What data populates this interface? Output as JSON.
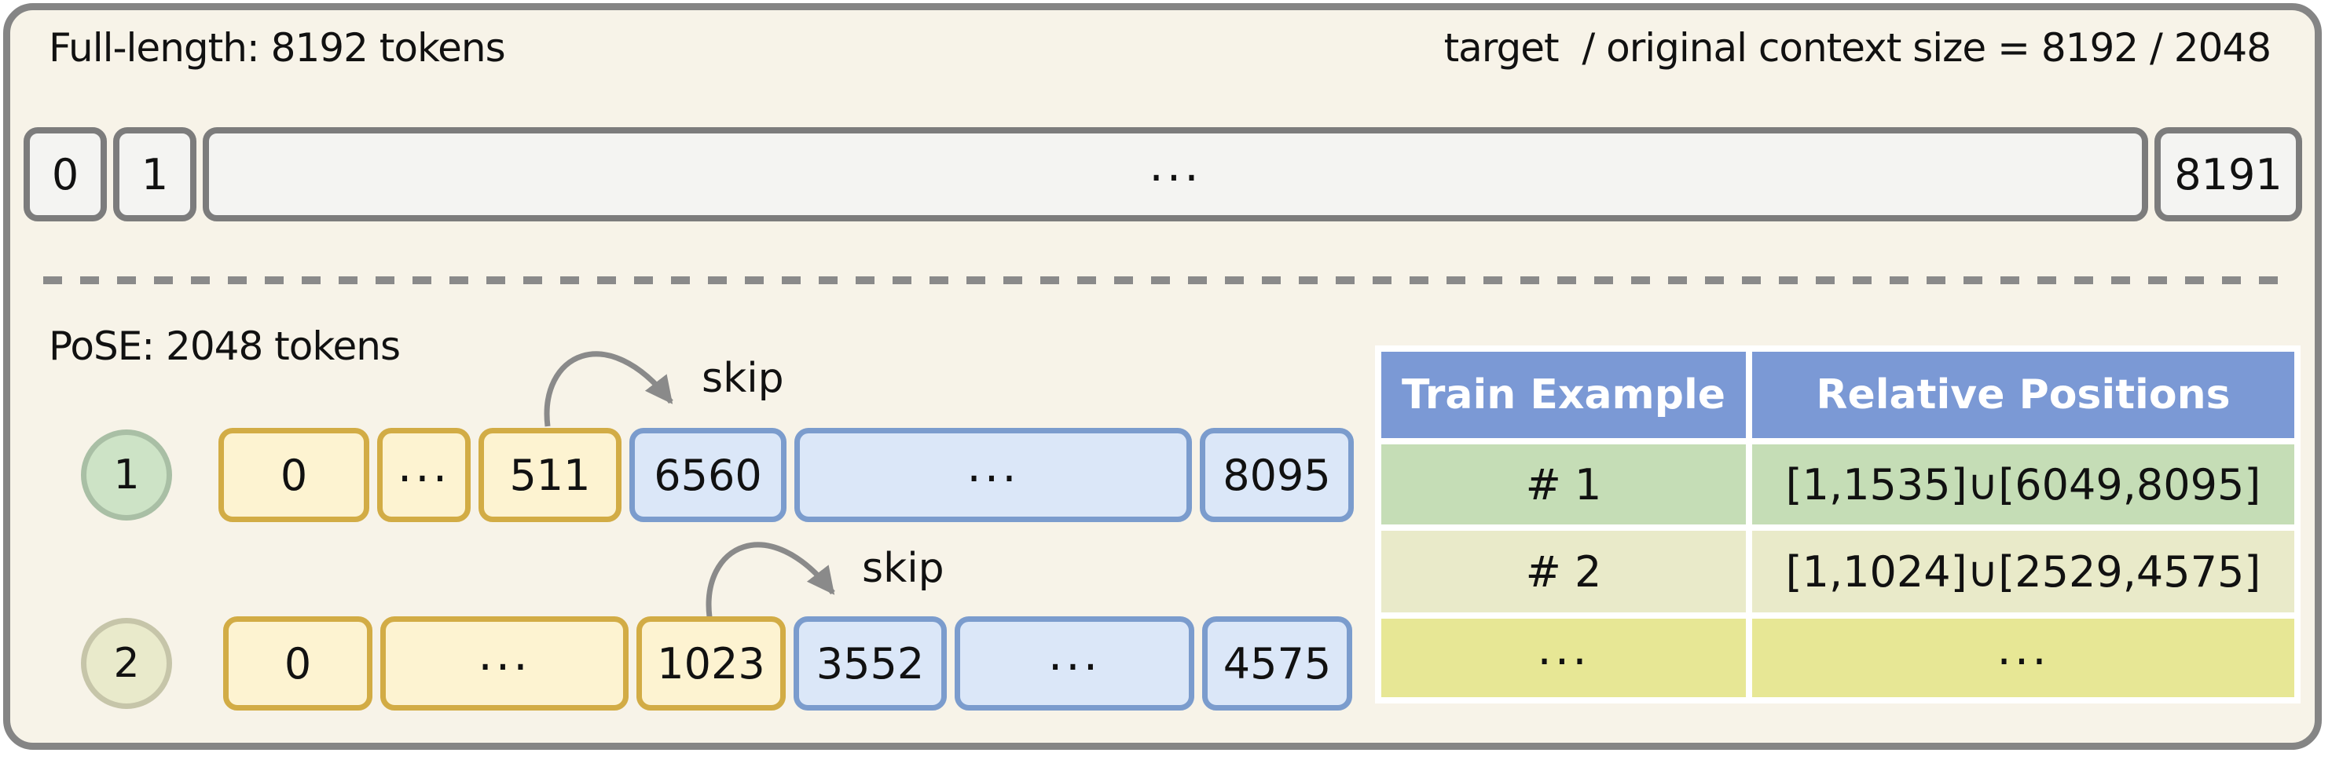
{
  "header": {
    "left_label": "Full-length: 8192 tokens",
    "right_label": "target  / original context size = 8192 / 2048"
  },
  "full_bar": {
    "tokens": [
      "0",
      "1",
      "...",
      "8191"
    ]
  },
  "pose": {
    "label": "PoSE: 2048 tokens",
    "skip_label": "skip",
    "examples": [
      {
        "id": "1",
        "chunks": [
          "0",
          "...",
          "511",
          "6560",
          "...",
          "8095"
        ]
      },
      {
        "id": "2",
        "chunks": [
          "0",
          "...",
          "1023",
          "3552",
          "...",
          "4575"
        ]
      }
    ]
  },
  "table": {
    "headers": [
      "Train Example",
      "Relative Positions"
    ],
    "rows": [
      [
        "# 1",
        "[1,1535]∪[6049,8095]"
      ],
      [
        "# 2",
        "[1,1024]∪[2529,4575]"
      ],
      [
        "...",
        "..."
      ]
    ]
  },
  "colors": {
    "background": "#f7f3e8",
    "frame_border": "#858585",
    "neutral_box_fill": "#f4f4f2",
    "neutral_box_border": "#7c7c7c",
    "yellow_fill": "#fdf3d1",
    "yellow_border": "#d2ac45",
    "blue_fill": "#dbe7f8",
    "blue_border": "#7b9ccd",
    "circle1_fill": "#cde3c6",
    "circle1_border": "#a9bfa5",
    "circle2_fill": "#e9eacb",
    "circle2_border": "#c6c5a9",
    "table_header_bg": "#7b99d5",
    "table_row1_bg": "#c5ddb6",
    "table_row2_bg": "#e9eac9",
    "table_row3_bg": "#e7e795",
    "arrow": "#8a8a8a",
    "text": "#111111"
  }
}
